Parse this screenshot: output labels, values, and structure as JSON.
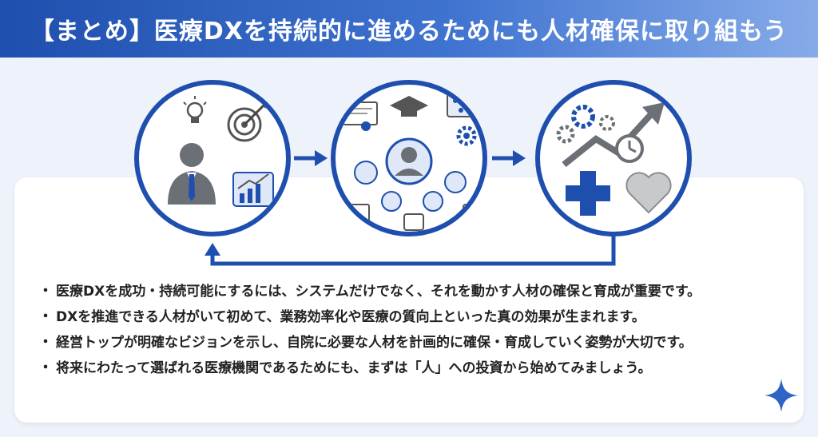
{
  "header": {
    "title": "【まとめ】医療DXを持続的に進めるためにも人材確保に取り組もう"
  },
  "bullets": [
    "医療DXを成功・持続可能にするには、システムだけでなく、それを動かす人材の確保と育成が重要です。",
    "DXを推進できる人材がいて初めて、業務効率化や医療の質向上といった真の効果が生まれます。",
    "経営トップが明確なビジョンを示し、自院に必要な人材を計画的に確保・育成していく姿勢が大切です。",
    "将来にわたって選ばれる医療機関であるためにも、まずは「人」への投資から始めてみましょう。"
  ],
  "bullet_marker": "・",
  "colors": {
    "brand": "#1f4fae",
    "accent": "#3f73d0",
    "icon_gray": "#6b6f76"
  },
  "icons": {
    "circle1": [
      "lightbulb-icon",
      "target-icon",
      "businessman-icon",
      "growth-chart-icon"
    ],
    "circle2": [
      "certificate-icon",
      "graduation-cap-icon",
      "network-diagram-icon",
      "gear-icon",
      "person-avatar-icon",
      "monitor-icon",
      "tablet-icon",
      "smartphone-icon"
    ],
    "circle3": [
      "gears-icon",
      "growth-arrow-icon",
      "clock-icon",
      "medical-cross-icon",
      "heart-icon"
    ],
    "decor": [
      "sparkle-icon"
    ]
  }
}
